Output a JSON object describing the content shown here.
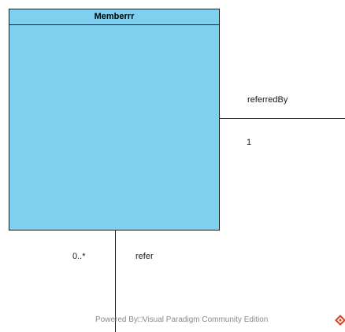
{
  "diagram": {
    "class": {
      "name": "Memberrr",
      "fill_color": "#7fd0ee",
      "border_color": "#1a1a1a"
    },
    "association": {
      "right_end": {
        "role": "referredBy",
        "multiplicity": "1"
      },
      "bottom_end": {
        "role": "refer",
        "multiplicity": "0..*"
      }
    },
    "watermark": {
      "text": "Powered By□Visual Paradigm Community Edition",
      "logo": "visual-paradigm-logo-icon"
    }
  }
}
